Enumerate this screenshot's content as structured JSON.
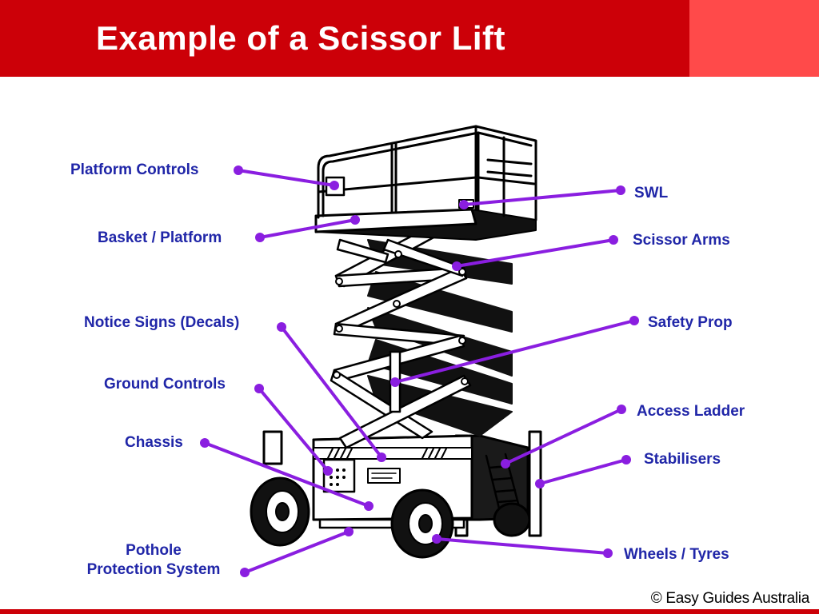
{
  "header": {
    "title": "Example of a Scissor Lift"
  },
  "labels": {
    "platform_controls": "Platform Controls",
    "basket_platform": "Basket / Platform",
    "notice_signs": "Notice Signs (Decals)",
    "ground_controls": "Ground Controls",
    "chassis": "Chassis",
    "pothole_line1": "Pothole",
    "pothole_line2": "Protection System",
    "swl": "SWL",
    "scissor_arms": "Scissor Arms",
    "safety_prop": "Safety Prop",
    "access_ladder": "Access Ladder",
    "stabilisers": "Stabilisers",
    "wheels_tyres": "Wheels / Tyres"
  },
  "footer": {
    "copyright": "© Easy Guides Australia"
  },
  "colors": {
    "banner": "#cc0008",
    "banner_accent": "#ff4a4a",
    "label": "#2026a8",
    "leader": "#8a1ee0"
  }
}
